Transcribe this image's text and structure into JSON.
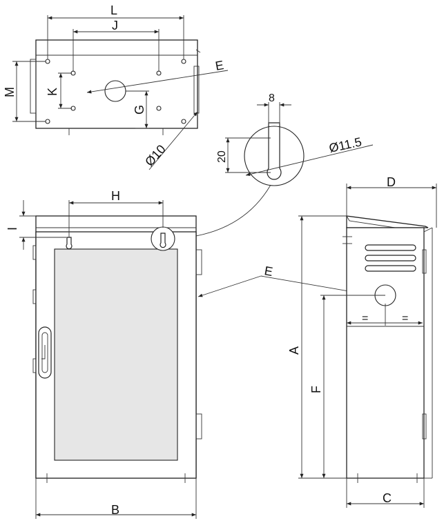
{
  "labels": {
    "L": "L",
    "J": "J",
    "M": "M",
    "K": "K",
    "G": "G",
    "E_top": "E",
    "dia10": "Ø10",
    "dim8": "8",
    "dim20": "20",
    "dia11_5": "Ø11.5",
    "H": "H",
    "I": "I",
    "E_mid": "E",
    "B": "B",
    "D": "D",
    "A": "A",
    "F": "F",
    "C": "C",
    "eq1": "=",
    "eq2": "=",
    "eq3": "=",
    "eq4": "="
  },
  "colors": {
    "line": "#222222",
    "fill_panel": "#e6e6e6",
    "background": "#ffffff"
  }
}
